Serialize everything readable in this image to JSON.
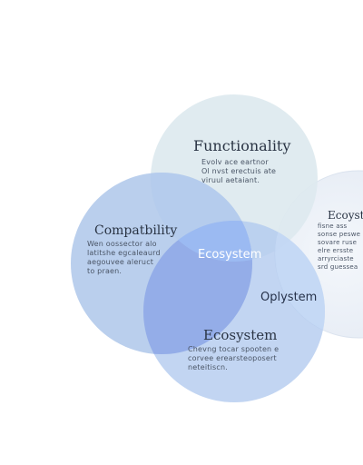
{
  "colors": {
    "background": "#ffffff",
    "circle_top": "#dde9ef",
    "circle_left": "#9fbbe6",
    "circle_bottom": "#a9c3eb",
    "circle_right": "#eef2f8",
    "overlap_center": "#8db0ef",
    "lens_left_bottom": "#8da6e6",
    "title_text": "#2a3444",
    "body_text": "#4a5566"
  },
  "circles": {
    "functionality": {
      "title": "Functionality",
      "body_lines": [
        "Evolv ace eartnor",
        "Ol nvst erectuis ate",
        "viruul aetaiant."
      ]
    },
    "compatibility": {
      "title": "Compatbility",
      "body_lines": [
        "Wen oossector alo",
        "latitshe egcaleaurd",
        "aegouvee aleruct",
        "to praen."
      ]
    },
    "ecosystem_bottom": {
      "title": "Ecosystem",
      "body_lines": [
        "Chevng tocar spooten e",
        "corvee erearsteoposert",
        "neteitiscn."
      ]
    },
    "ecosystem_right": {
      "title": "Ecoyst",
      "body_lines": [
        "fisne ass",
        "sonse peswe",
        "sovare ruse",
        "elre ersste",
        "arryrciaste",
        "srd guessea"
      ]
    }
  },
  "overlaps": {
    "center": "Ecosystem",
    "right": "Oplystem"
  }
}
